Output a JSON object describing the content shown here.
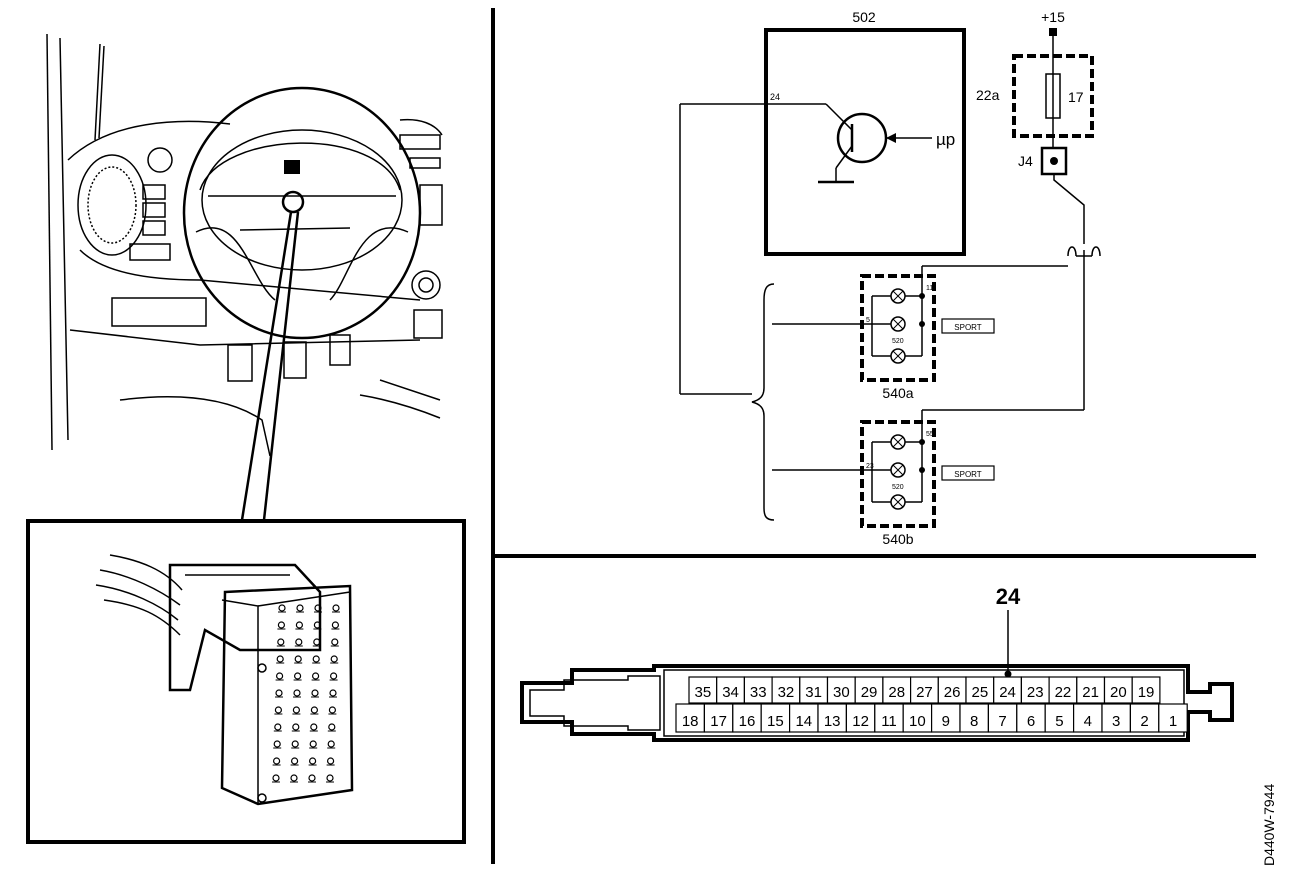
{
  "drawing_id": "D440W-7944",
  "schematic": {
    "ecu": {
      "id": "502",
      "pin": "24",
      "input_label": "µp"
    },
    "supply": "+15",
    "fuse_box": {
      "id": "22a",
      "fuse": "17"
    },
    "junction": "J4",
    "indicator_a": {
      "id": "540a",
      "pins": [
        "11",
        "5",
        "520"
      ],
      "badge": "SPORT"
    },
    "indicator_b": {
      "id": "540b",
      "pins": [
        "55",
        "23",
        "520"
      ],
      "badge": "SPORT"
    }
  },
  "connector": {
    "highlight_pin": "24",
    "top_row": [
      "35",
      "34",
      "33",
      "32",
      "31",
      "30",
      "29",
      "28",
      "27",
      "26",
      "25",
      "24",
      "23",
      "22",
      "21",
      "20",
      "19"
    ],
    "bottom_row": [
      "18",
      "17",
      "16",
      "15",
      "14",
      "13",
      "12",
      "11",
      "10",
      "9",
      "8",
      "7",
      "6",
      "5",
      "4",
      "3",
      "2",
      "1"
    ]
  }
}
